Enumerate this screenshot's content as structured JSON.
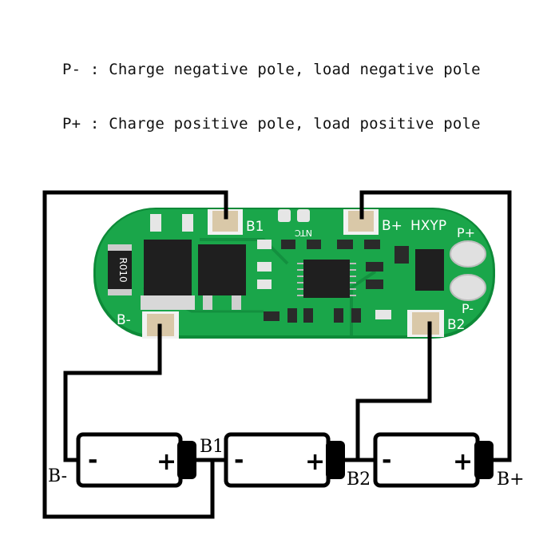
{
  "legend": {
    "p_minus": "P- : Charge negative pole, load negative pole",
    "p_plus": "P+ : Charge positive pole, load positive pole"
  },
  "board": {
    "pad_b1": "B1",
    "pad_bplus": "B+",
    "brand": "HXYP",
    "pad_bminus": "B-",
    "pad_b2": "B2",
    "pad_pplus": "P+",
    "pad_pminus": "P-",
    "resistor": "R010",
    "ntc": "NTC",
    "colors": {
      "pcb": "#1aa64a",
      "pcb_edge": "#0d8a38",
      "pad": "#d9c8a8",
      "chip": "#222222"
    }
  },
  "batteries": [
    {
      "minus": "-",
      "plus": "+"
    },
    {
      "minus": "-",
      "plus": "+"
    },
    {
      "minus": "-",
      "plus": "+"
    }
  ],
  "nodes": {
    "bminus": "B-",
    "b1": "B1",
    "b2": "B2",
    "bplus": "B+"
  }
}
